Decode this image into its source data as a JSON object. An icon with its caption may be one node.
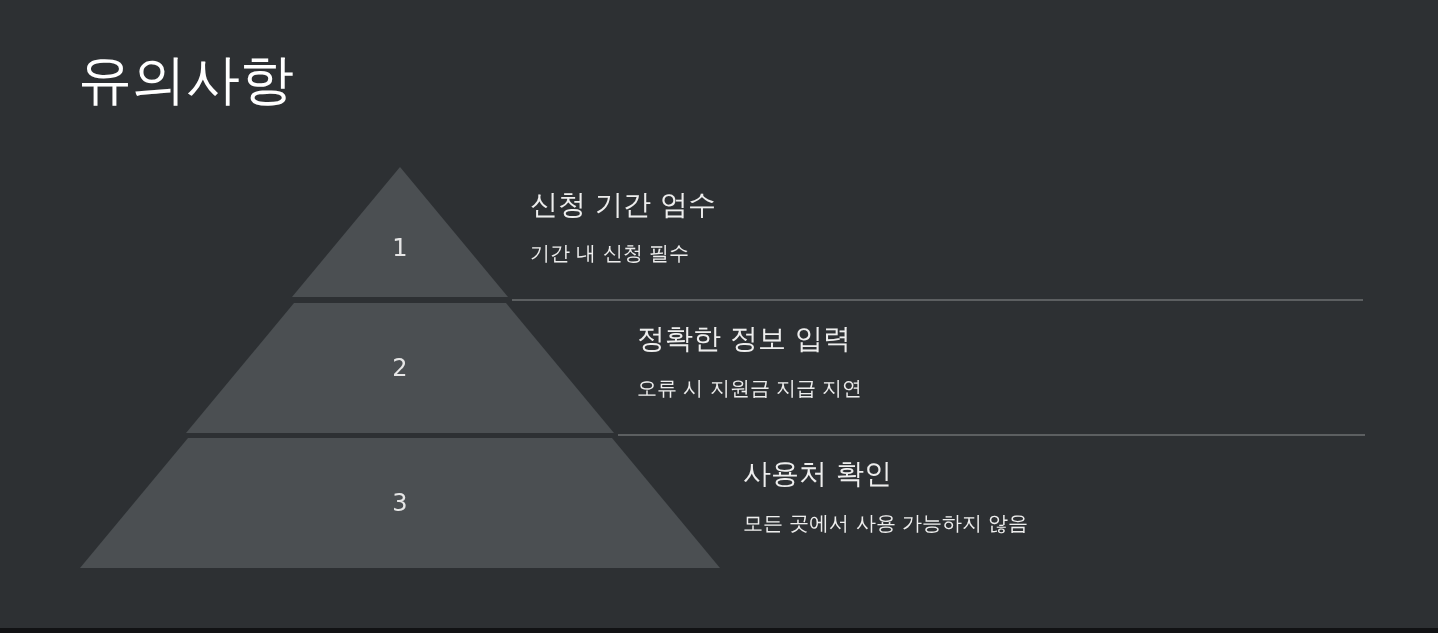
{
  "diagram": {
    "title": "유의사항",
    "nodes": [
      {
        "text": [
          "1"
        ],
        "beside": [
          "신청 기간 엄수",
          "기간 내 신청 필수"
        ]
      },
      {
        "text": [
          "2"
        ],
        "beside": [
          "정확한 정보 입력",
          "오류 시 지원금 지급 지연"
        ]
      },
      {
        "text": [
          "3"
        ],
        "beside": [
          "사용처 확인",
          "모든 곳에서 사용 가능하지 않음"
        ]
      }
    ]
  }
}
